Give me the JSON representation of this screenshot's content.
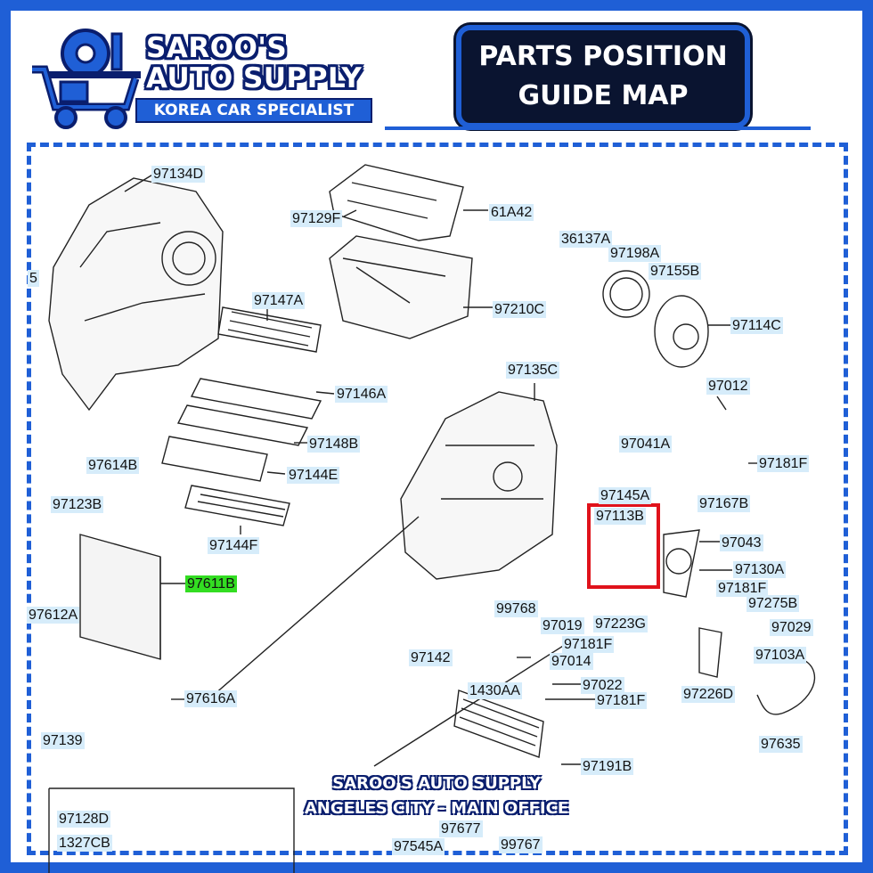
{
  "brand": {
    "line1": "SAROO'S",
    "line2": "AUTO SUPPLY",
    "tagline": "KOREA CAR SPECIALIST"
  },
  "title": {
    "line1": "PARTS POSITION",
    "line2": "GUIDE MAP"
  },
  "office": {
    "line1": "SAROO'S AUTO SUPPLY",
    "line2": "ANGELES CITY - MAIN OFFICE"
  },
  "highlight": {
    "part": "97611B",
    "boxed_part": "97113B",
    "highlight_color": "#33dd22",
    "box_color": "#e0121b"
  },
  "colors": {
    "brand_blue": "#1f5fd6",
    "navy": "#0a1e6e",
    "label_bg": "#d6ecfa"
  },
  "parts": [
    "97134D",
    "97129F",
    "61A42",
    "36137A",
    "97198A",
    "97155B",
    "97210C",
    "97147A",
    "97114C",
    "97146A",
    "97135C",
    "97012",
    "97148B",
    "97041A",
    "97181F",
    "97614B",
    "97144E",
    "97145A",
    "97167B",
    "97123B",
    "97113B",
    "97043",
    "97144F",
    "97611B",
    "97130A",
    "97181F",
    "97275B",
    "97612A",
    "99768",
    "97019",
    "97223G",
    "97029",
    "97181F",
    "97142",
    "97014",
    "97103A",
    "97616A",
    "1430AA",
    "97022",
    "97226D",
    "97181F",
    "97139",
    "97635",
    "97191B",
    "97128D",
    "97677",
    "1327CB",
    "97545A",
    "99767",
    "5"
  ]
}
